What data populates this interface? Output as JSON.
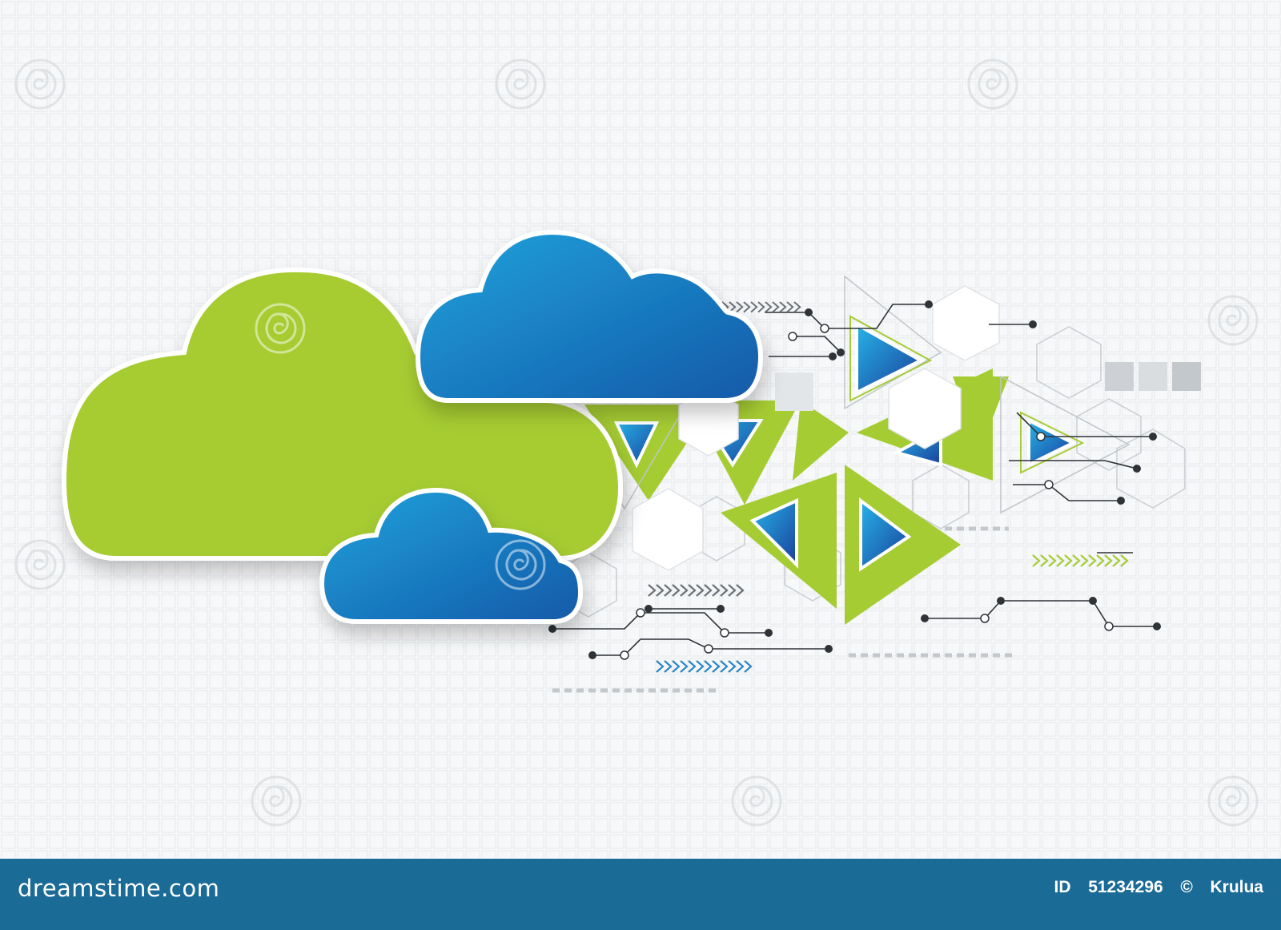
{
  "image": {
    "background_color": "#f7f8f9",
    "grid_color": "#e2e6ea",
    "palette": {
      "green": "#a6cc33",
      "blue_light": "#1d9bd6",
      "blue_dark": "#1666ae",
      "circuit": "#2f3338"
    },
    "watermark": "dreamstime"
  },
  "footer": {
    "background": "#1b6b97",
    "site_name": "dreamstime.com",
    "id_label": "ID",
    "id_value": "51234296",
    "copyright_symbol": "©",
    "author": "Krulua"
  }
}
